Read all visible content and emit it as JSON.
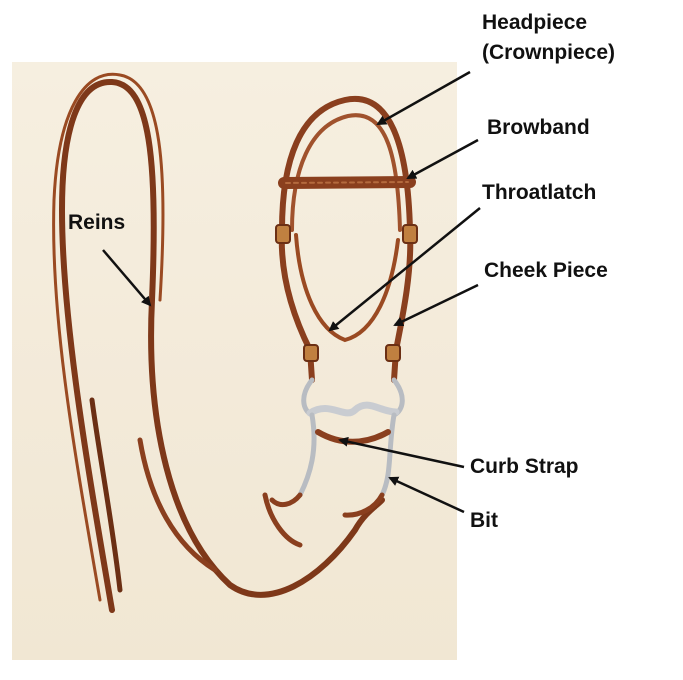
{
  "labels": {
    "headpiece": "Headpiece",
    "crownpiece": "(Crownpiece)",
    "browband": "Browband",
    "throatlatch": "Throatlatch",
    "cheek_piece": "Cheek Piece",
    "reins": "Reins",
    "curb_strap": "Curb Strap",
    "bit": "Bit"
  },
  "colors": {
    "leather": "#8a3f1e",
    "leather_dark": "#5e2a12",
    "metal": "#b8bcc2",
    "arrow": "#111111",
    "background": "#f4ecdc"
  }
}
